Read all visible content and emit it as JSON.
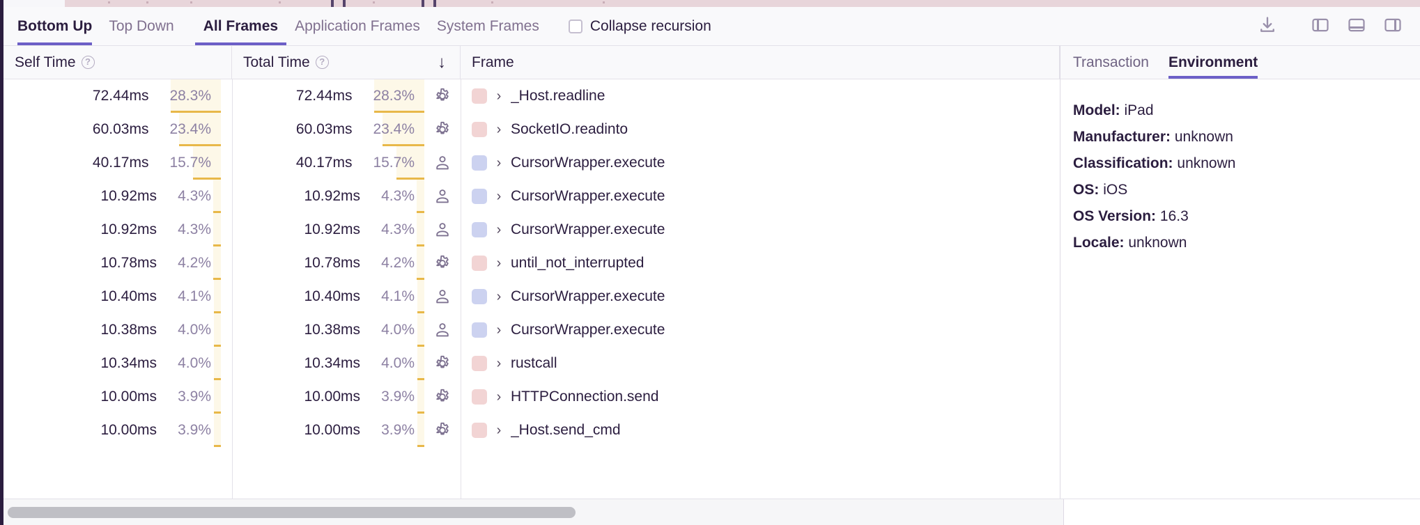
{
  "toolbar": {
    "tabs": [
      {
        "label": "Bottom Up",
        "active": true
      },
      {
        "label": "Top Down",
        "active": false
      },
      {
        "label": "All Frames",
        "active": true
      },
      {
        "label": "Application Frames",
        "active": false
      },
      {
        "label": "System Frames",
        "active": false
      }
    ],
    "collapse_recursion": {
      "label": "Collapse recursion",
      "checked": false
    },
    "icons": [
      {
        "name": "download-icon"
      },
      {
        "name": "panel-left-icon"
      },
      {
        "name": "panel-bottom-icon"
      },
      {
        "name": "panel-right-icon"
      }
    ]
  },
  "table": {
    "columns": [
      {
        "key": "self_time",
        "label": "Self Time",
        "help": "?"
      },
      {
        "key": "total_time",
        "label": "Total Time",
        "help": "?"
      },
      {
        "key": "frame",
        "label": "Frame"
      }
    ],
    "sort": {
      "column": "total_time",
      "direction": "desc",
      "glyph": "↓"
    },
    "max_pct": 28.3,
    "rows": [
      {
        "self_time": "72.44ms",
        "self_pct": "28.3%",
        "self_pct_num": 28.3,
        "total_time": "72.44ms",
        "total_pct": "28.3%",
        "total_pct_num": 28.3,
        "type_icon": "gear-icon",
        "swatch": "#f2d4d4",
        "frame": "_Host.readline"
      },
      {
        "self_time": "60.03ms",
        "self_pct": "23.4%",
        "self_pct_num": 23.4,
        "total_time": "60.03ms",
        "total_pct": "23.4%",
        "total_pct_num": 23.4,
        "type_icon": "gear-icon",
        "swatch": "#f2d4d4",
        "frame": "SocketIO.readinto"
      },
      {
        "self_time": "40.17ms",
        "self_pct": "15.7%",
        "self_pct_num": 15.7,
        "total_time": "40.17ms",
        "total_pct": "15.7%",
        "total_pct_num": 15.7,
        "type_icon": "user-icon",
        "swatch": "#ccd2f0",
        "frame": "CursorWrapper.execute"
      },
      {
        "self_time": "10.92ms",
        "self_pct": "4.3%",
        "self_pct_num": 4.3,
        "total_time": "10.92ms",
        "total_pct": "4.3%",
        "total_pct_num": 4.3,
        "type_icon": "user-icon",
        "swatch": "#ccd2f0",
        "frame": "CursorWrapper.execute"
      },
      {
        "self_time": "10.92ms",
        "self_pct": "4.3%",
        "self_pct_num": 4.3,
        "total_time": "10.92ms",
        "total_pct": "4.3%",
        "total_pct_num": 4.3,
        "type_icon": "user-icon",
        "swatch": "#ccd2f0",
        "frame": "CursorWrapper.execute"
      },
      {
        "self_time": "10.78ms",
        "self_pct": "4.2%",
        "self_pct_num": 4.2,
        "total_time": "10.78ms",
        "total_pct": "4.2%",
        "total_pct_num": 4.2,
        "type_icon": "gear-icon",
        "swatch": "#f2d4d4",
        "frame": "until_not_interrupted"
      },
      {
        "self_time": "10.40ms",
        "self_pct": "4.1%",
        "self_pct_num": 4.1,
        "total_time": "10.40ms",
        "total_pct": "4.1%",
        "total_pct_num": 4.1,
        "type_icon": "user-icon",
        "swatch": "#ccd2f0",
        "frame": "CursorWrapper.execute"
      },
      {
        "self_time": "10.38ms",
        "self_pct": "4.0%",
        "self_pct_num": 4.0,
        "total_time": "10.38ms",
        "total_pct": "4.0%",
        "total_pct_num": 4.0,
        "type_icon": "user-icon",
        "swatch": "#ccd2f0",
        "frame": "CursorWrapper.execute"
      },
      {
        "self_time": "10.34ms",
        "self_pct": "4.0%",
        "self_pct_num": 4.0,
        "total_time": "10.34ms",
        "total_pct": "4.0%",
        "total_pct_num": 4.0,
        "type_icon": "gear-icon",
        "swatch": "#f2d4d4",
        "frame": "rustcall"
      },
      {
        "self_time": "10.00ms",
        "self_pct": "3.9%",
        "self_pct_num": 3.9,
        "total_time": "10.00ms",
        "total_pct": "3.9%",
        "total_pct_num": 3.9,
        "type_icon": "gear-icon",
        "swatch": "#f2d4d4",
        "frame": "HTTPConnection.send"
      },
      {
        "self_time": "10.00ms",
        "self_pct": "3.9%",
        "self_pct_num": 3.9,
        "total_time": "10.00ms",
        "total_pct": "3.9%",
        "total_pct_num": 3.9,
        "type_icon": "gear-icon",
        "swatch": "#f2d4d4",
        "frame": "_Host.send_cmd"
      }
    ],
    "expand_glyph": "›"
  },
  "details": {
    "tabs": [
      {
        "label": "Transaction",
        "active": false
      },
      {
        "label": "Environment",
        "active": true
      }
    ],
    "environment": [
      {
        "key": "Model:",
        "value": "iPad"
      },
      {
        "key": "Manufacturer:",
        "value": "unknown"
      },
      {
        "key": "Classification:",
        "value": "unknown"
      },
      {
        "key": "OS:",
        "value": "iOS"
      },
      {
        "key": "OS Version:",
        "value": "16.3"
      },
      {
        "key": "Locale:",
        "value": "unknown"
      }
    ]
  },
  "scrollbar": {
    "thumb_percent": 54
  },
  "colors": {
    "accent": "#6c5fc7",
    "text": "#2b1d3f",
    "muted": "#8d81a3",
    "highlight_bg": "#fdf8e8",
    "highlight_bar": "#e8b849",
    "swatch_system": "#f2d4d4",
    "swatch_app": "#ccd2f0"
  }
}
